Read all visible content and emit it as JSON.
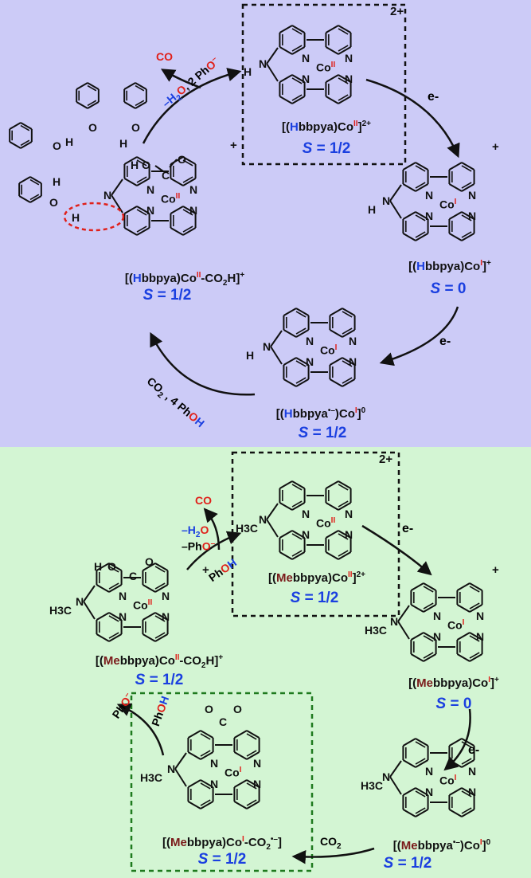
{
  "top": {
    "species": [
      {
        "id": "co2-complex",
        "label_parts": [
          "[(",
          "H",
          "bbpya)Co",
          "II",
          "-CO",
          "2",
          "H]",
          "+"
        ],
        "spin": "S = 1/2"
      },
      {
        "id": "co2-complex-top",
        "label_parts": [
          "[(",
          "H",
          "bbpya)Co",
          "II",
          "]",
          "2+"
        ],
        "spin": "S = 1/2"
      },
      {
        "id": "co1-complex",
        "label_parts": [
          "[(",
          "H",
          "bbpya)Co",
          "I",
          "]",
          "+"
        ],
        "spin": "S = 0"
      },
      {
        "id": "co1-radical",
        "label_parts": [
          "[(",
          "H",
          "bbpya",
          "•−",
          ")Co",
          "I",
          "]",
          "0"
        ],
        "spin": "S = 1/2"
      }
    ],
    "reagents": {
      "co": "CO",
      "h2o": "−H2O, 2 PhO−",
      "e1": "e-",
      "e2": "e-",
      "co2": "CO2 , 4 PhOH"
    },
    "charges": {
      "top": "2+",
      "right": "+",
      "left": "+"
    }
  },
  "bottom": {
    "species": [
      {
        "id": "me-co2h",
        "label_parts": [
          "[(",
          "Me",
          "bbpya)Co",
          "II",
          "-CO",
          "2",
          "H]",
          "+"
        ],
        "spin": "S = 1/2"
      },
      {
        "id": "me-co2",
        "label_parts": [
          "[(",
          "Me",
          "bbpya)Co",
          "II",
          "]",
          "2+"
        ],
        "spin": "S = 1/2"
      },
      {
        "id": "me-co1",
        "label_parts": [
          "[(",
          "Me",
          "bbpya)Co",
          "I",
          "]",
          "+"
        ],
        "spin": "S = 0"
      },
      {
        "id": "me-co1-radical",
        "label_parts": [
          "[(",
          "Me",
          "bbpya",
          "•−",
          ")Co",
          "I",
          "]",
          "0"
        ],
        "spin": "S = 1/2"
      },
      {
        "id": "me-co2-adduct",
        "label_parts": [
          "[(",
          "Me",
          "bbpya)Co",
          "I",
          "-CO",
          "2",
          "•−",
          "]"
        ],
        "spin": "S = 1/2"
      }
    ],
    "reagents": {
      "co": "CO",
      "h2o": "−H2O",
      "pho": "−PhO−",
      "phoh": "PhOH",
      "e1": "e-",
      "e2": "e-",
      "co2": "CO2",
      "pho_left": "PhO−",
      "phoh_left": "PhOH"
    },
    "charges": {
      "top": "2+",
      "right": "+",
      "left": "+"
    }
  },
  "atoms": {
    "N": "N",
    "Co": "Co",
    "H": "H",
    "O": "O",
    "C": "C",
    "H3C": "H3C"
  },
  "colors": {
    "top_bg": "#cccbf7",
    "bottom_bg": "#d3f5d3",
    "blue": "#1a3fe0",
    "red": "#e0201a",
    "maroon": "#7a1a1a"
  }
}
